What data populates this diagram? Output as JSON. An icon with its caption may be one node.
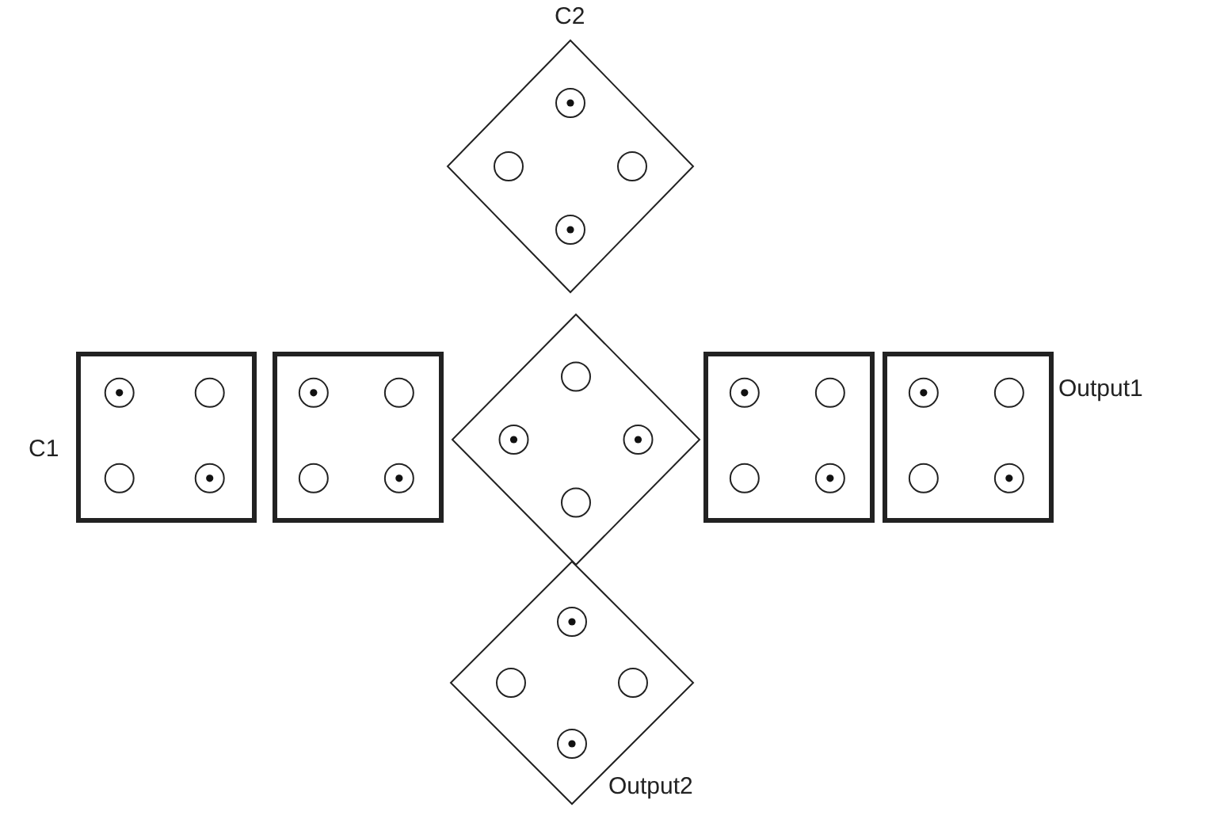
{
  "diagram": {
    "nodes": [
      {
        "text": [],
        "shape": "diamond",
        "beside": [
          "C2"
        ]
      },
      {
        "text": [],
        "shape": "box",
        "beside": [
          "C1"
        ]
      },
      {
        "text": [],
        "shape": "box"
      },
      {
        "text": [],
        "shape": "diamond"
      },
      {
        "text": [],
        "shape": "box"
      },
      {
        "text": [],
        "shape": "box",
        "beside": [
          "Output1"
        ]
      },
      {
        "text": [],
        "shape": "diamond",
        "beside": [
          "Output2"
        ]
      }
    ]
  }
}
